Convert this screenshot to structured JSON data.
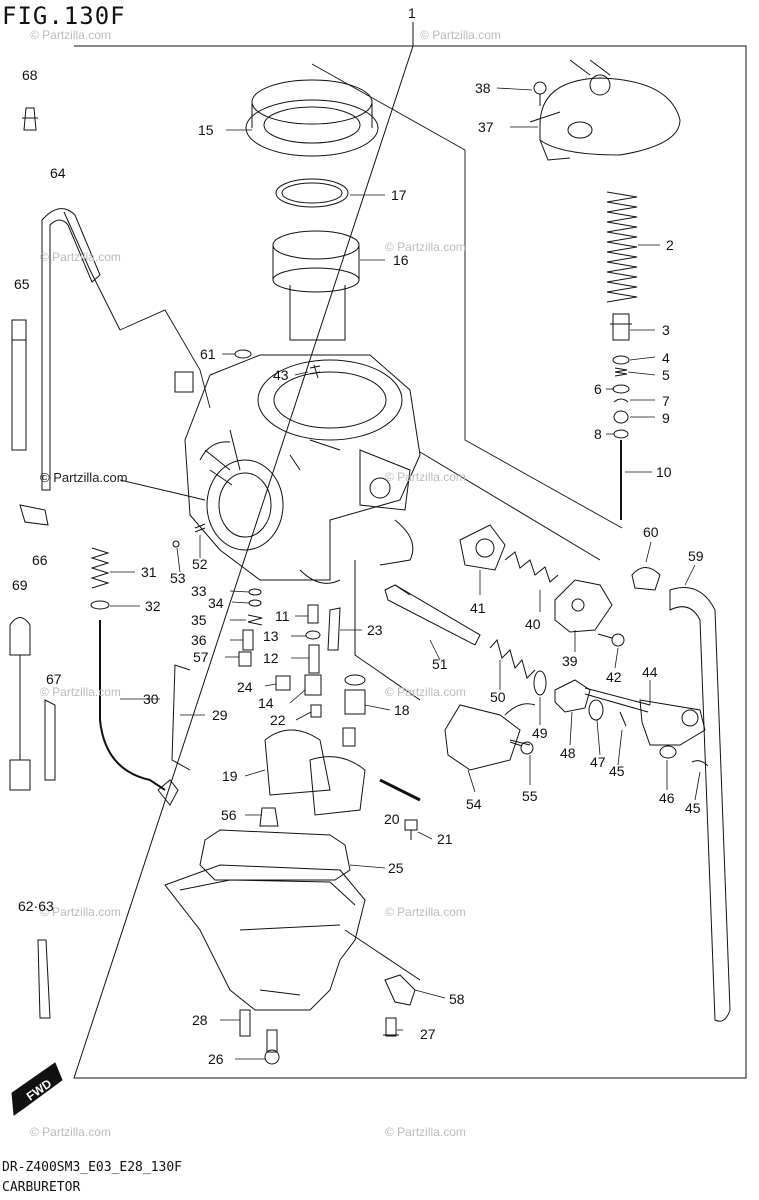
{
  "figure": {
    "title": "FIG.130F"
  },
  "footer": {
    "code": "DR-Z400SM3_E03_E28_130F",
    "caption": "CARBURETOR"
  },
  "watermark": {
    "text": "© Partzilla.com"
  },
  "fwd_badge": {
    "label": "FWD"
  },
  "callouts": [
    {
      "id": "c1",
      "label": "1"
    },
    {
      "id": "c2",
      "label": "2"
    },
    {
      "id": "c3",
      "label": "3"
    },
    {
      "id": "c4",
      "label": "4"
    },
    {
      "id": "c5",
      "label": "5"
    },
    {
      "id": "c6",
      "label": "6"
    },
    {
      "id": "c7",
      "label": "7"
    },
    {
      "id": "c8",
      "label": "8"
    },
    {
      "id": "c9",
      "label": "9"
    },
    {
      "id": "c10",
      "label": "10"
    },
    {
      "id": "c11",
      "label": "11"
    },
    {
      "id": "c12",
      "label": "12"
    },
    {
      "id": "c13",
      "label": "13"
    },
    {
      "id": "c14",
      "label": "14"
    },
    {
      "id": "c15",
      "label": "15"
    },
    {
      "id": "c16",
      "label": "16"
    },
    {
      "id": "c17",
      "label": "17"
    },
    {
      "id": "c18",
      "label": "18"
    },
    {
      "id": "c19",
      "label": "19"
    },
    {
      "id": "c20",
      "label": "20"
    },
    {
      "id": "c21",
      "label": "21"
    },
    {
      "id": "c22",
      "label": "22"
    },
    {
      "id": "c23",
      "label": "23"
    },
    {
      "id": "c24",
      "label": "24"
    },
    {
      "id": "c25",
      "label": "25"
    },
    {
      "id": "c26",
      "label": "26"
    },
    {
      "id": "c27",
      "label": "27"
    },
    {
      "id": "c28",
      "label": "28"
    },
    {
      "id": "c29",
      "label": "29"
    },
    {
      "id": "c30",
      "label": "30"
    },
    {
      "id": "c31",
      "label": "31"
    },
    {
      "id": "c32",
      "label": "32"
    },
    {
      "id": "c33",
      "label": "33"
    },
    {
      "id": "c34",
      "label": "34"
    },
    {
      "id": "c35",
      "label": "35"
    },
    {
      "id": "c36",
      "label": "36"
    },
    {
      "id": "c37",
      "label": "37"
    },
    {
      "id": "c38",
      "label": "38"
    },
    {
      "id": "c39",
      "label": "39"
    },
    {
      "id": "c40",
      "label": "40"
    },
    {
      "id": "c41",
      "label": "41"
    },
    {
      "id": "c42",
      "label": "42"
    },
    {
      "id": "c43",
      "label": "43"
    },
    {
      "id": "c44",
      "label": "44"
    },
    {
      "id": "c45a",
      "label": "45"
    },
    {
      "id": "c45b",
      "label": "45"
    },
    {
      "id": "c46",
      "label": "46"
    },
    {
      "id": "c47",
      "label": "47"
    },
    {
      "id": "c48",
      "label": "48"
    },
    {
      "id": "c49",
      "label": "49"
    },
    {
      "id": "c50",
      "label": "50"
    },
    {
      "id": "c51",
      "label": "51"
    },
    {
      "id": "c52",
      "label": "52"
    },
    {
      "id": "c53",
      "label": "53"
    },
    {
      "id": "c54",
      "label": "54"
    },
    {
      "id": "c55",
      "label": "55"
    },
    {
      "id": "c56",
      "label": "56"
    },
    {
      "id": "c57",
      "label": "57"
    },
    {
      "id": "c58",
      "label": "58"
    },
    {
      "id": "c59",
      "label": "59"
    },
    {
      "id": "c60",
      "label": "60"
    },
    {
      "id": "c61",
      "label": "61"
    },
    {
      "id": "c62_63",
      "label": "62·63"
    },
    {
      "id": "c64",
      "label": "64"
    },
    {
      "id": "c65",
      "label": "65"
    },
    {
      "id": "c66",
      "label": "66"
    },
    {
      "id": "c67",
      "label": "67"
    },
    {
      "id": "c68",
      "label": "68"
    },
    {
      "id": "c69",
      "label": "69"
    }
  ]
}
